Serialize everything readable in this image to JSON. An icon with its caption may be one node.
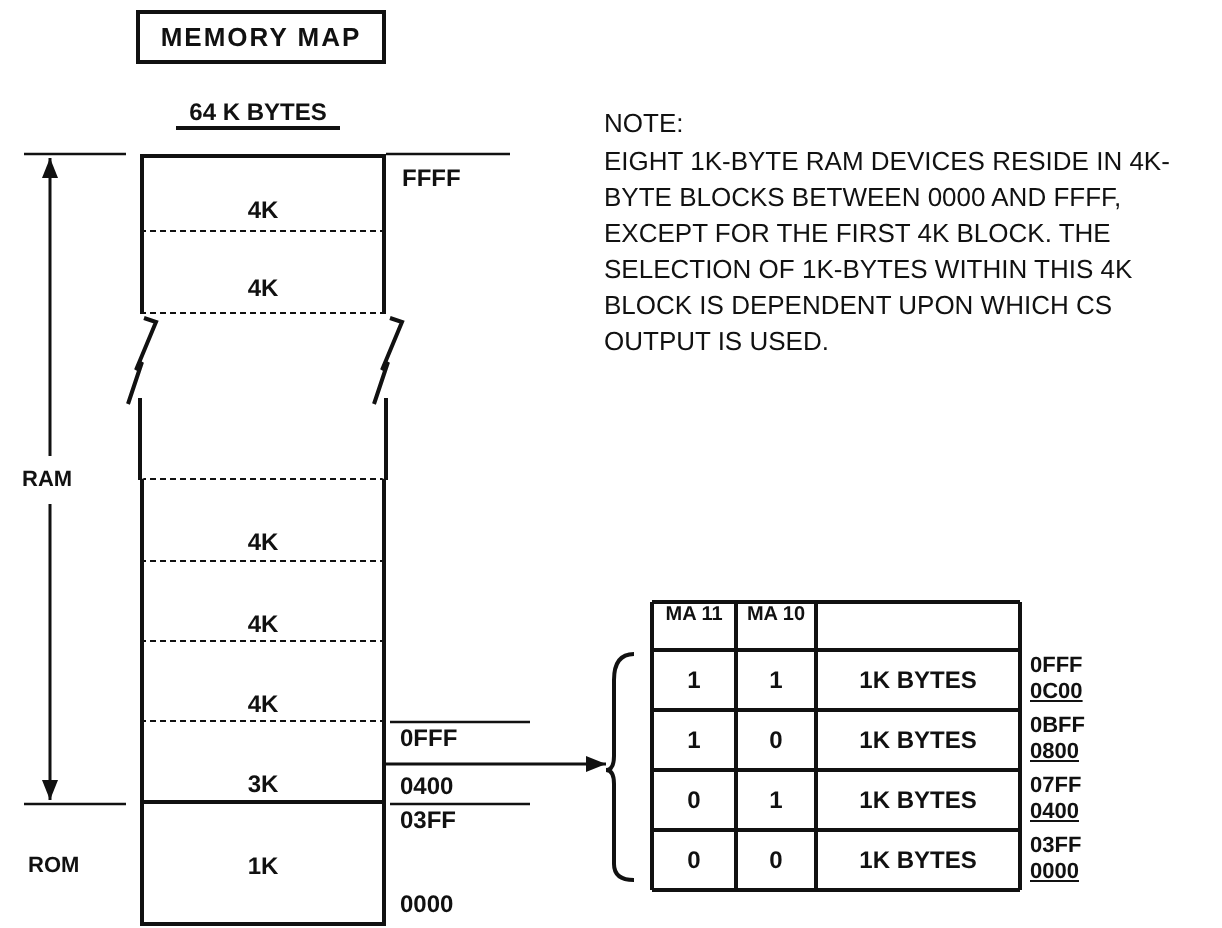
{
  "diagram": {
    "title": "MEMORY MAP",
    "nodes": [
      {
        "text": [
          "4K"
        ]
      },
      {
        "text": [
          "4K"
        ]
      },
      {
        "text": [],
        "shape": "box"
      },
      {
        "text": [
          "4K"
        ]
      },
      {
        "text": [
          "4K"
        ]
      },
      {
        "text": [
          "4K"
        ]
      },
      {
        "text": [
          "3K"
        ]
      },
      {
        "text": [
          "1K"
        ]
      },
      {
        "text": [],
        "shape": "box"
      }
    ],
    "edges": [
      {
        "from": 6,
        "to": 8,
        "arrow": "to"
      }
    ],
    "labels": [
      "64 K BYTES",
      "NOTE:",
      "EIGHT 1K-BYTE RAM DEVICES RESIDE IN 4K-BYTE BLOCKS BETWEEN 0000 AND FFFF, EXCEPT FOR THE FIRST 4K BLOCK. THE SELECTION OF 1K-BYTES WITHIN THIS 4K BLOCK IS DEPENDENT UPON WHICH CS OUTPUT IS USED.",
      "FFFF",
      "RAM",
      "0FFF",
      "0400",
      "03FF",
      "ROM",
      "0000",
      "MA 11",
      "MA 10",
      "1",
      "1",
      "1K BYTES",
      "0FFF",
      "0C00",
      "1",
      "0",
      "1K BYTES",
      "0BFF",
      "0800",
      "0",
      "1",
      "1K BYTES",
      "07FF",
      "0400",
      "0",
      "0",
      "1K BYTES",
      "03FF",
      "0000"
    ]
  }
}
